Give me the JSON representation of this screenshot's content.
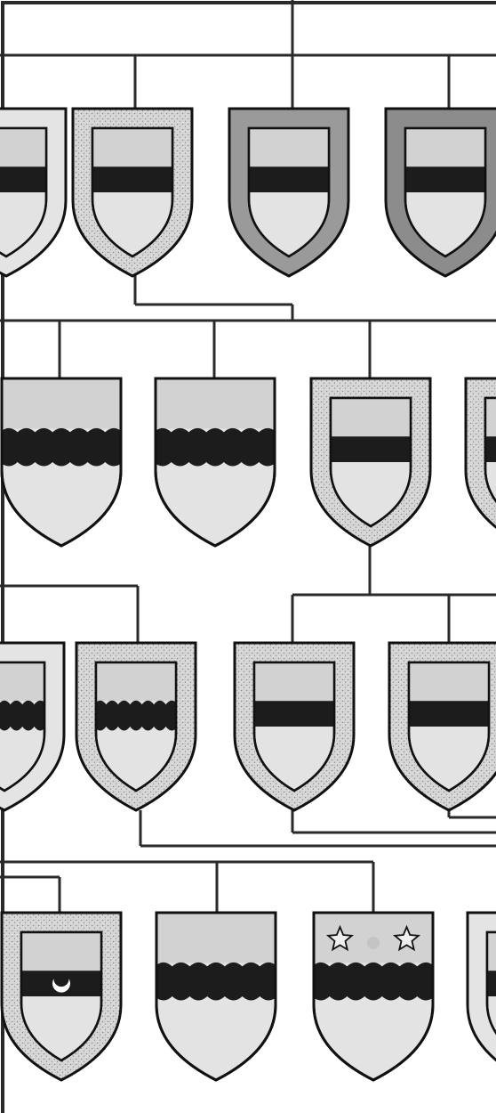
{
  "colors": {
    "page_bg": "#ffffff",
    "line": "#2a2a2a",
    "ink": "#111111",
    "plain": "#e4e4e4",
    "stipple_fill": "#d8d8d8",
    "stipple_dot": "#8a8a8a",
    "dark_border": "#9a9a9a",
    "darker_border": "#8c8c8c",
    "chief": "#d2d2d2",
    "base": "#e3e3e3",
    "fess": "#1c1c1c"
  },
  "rows": [
    {
      "id": "row-1",
      "shields": [
        {
          "id": "r1-s1",
          "border": "plain",
          "fess": "straight",
          "charge": "none"
        },
        {
          "id": "r1-s2",
          "border": "stipple",
          "fess": "straight",
          "charge": "none"
        },
        {
          "id": "r1-s3",
          "border": "dark",
          "fess": "straight",
          "charge": "none"
        },
        {
          "id": "r1-s4",
          "border": "darker",
          "fess": "straight",
          "charge": "none"
        }
      ]
    },
    {
      "id": "row-2",
      "shields": [
        {
          "id": "r2-s1",
          "border": "none",
          "fess": "wavy",
          "charge": "none"
        },
        {
          "id": "r2-s2",
          "border": "none",
          "fess": "wavy",
          "charge": "none"
        },
        {
          "id": "r2-s3",
          "border": "stipple",
          "fess": "straight",
          "charge": "none"
        },
        {
          "id": "r2-s4",
          "border": "stipple",
          "fess": "straight",
          "charge": "none"
        }
      ]
    },
    {
      "id": "row-3",
      "shields": [
        {
          "id": "r3-s1",
          "border": "plain",
          "fess": "wavy",
          "charge": "none"
        },
        {
          "id": "r3-s2",
          "border": "stipple",
          "fess": "wavy",
          "charge": "none"
        },
        {
          "id": "r3-s3",
          "border": "stipple",
          "fess": "straight",
          "charge": "none"
        },
        {
          "id": "r3-s4",
          "border": "stipple",
          "fess": "straight",
          "charge": "none"
        }
      ]
    },
    {
      "id": "row-4",
      "shields": [
        {
          "id": "r4-s1",
          "border": "stipple",
          "fess": "straight",
          "charge": "crescent"
        },
        {
          "id": "r4-s2",
          "border": "none",
          "fess": "wavy",
          "charge": "none"
        },
        {
          "id": "r4-s3",
          "border": "none",
          "fess": "wavy",
          "charge": "two-mullets-and-roundel"
        },
        {
          "id": "r4-s4",
          "border": "plain",
          "fess": "straight",
          "charge": "none"
        }
      ]
    }
  ]
}
